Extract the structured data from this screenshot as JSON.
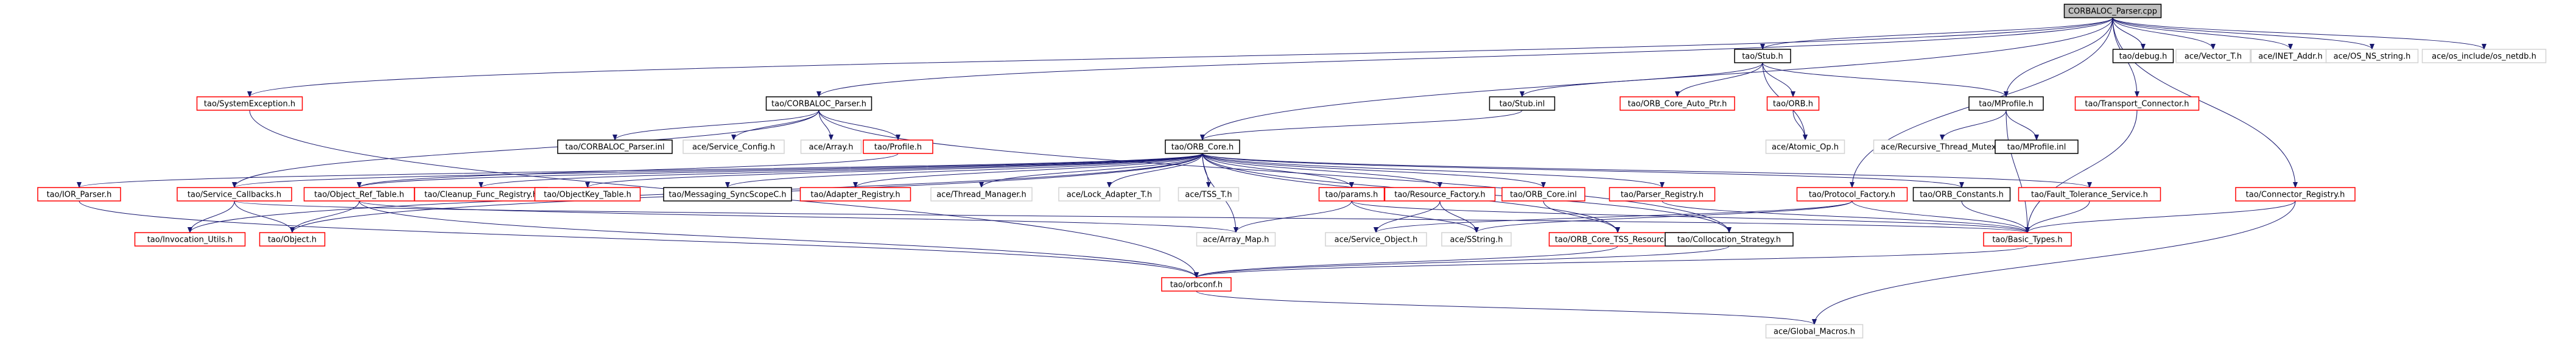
{
  "graph": {
    "edge_color": "#191970",
    "colors": {
      "root_fill": "#bfbfbf",
      "documented_border": "#ff0000",
      "plain_border": "#000000",
      "external_border": "#d3d3d3"
    },
    "nodes": [
      {
        "id": "root",
        "label": "CORBALOC_Parser.cpp",
        "kind": "root"
      },
      {
        "id": "stub_h",
        "label": "tao/Stub.h",
        "kind": "plain"
      },
      {
        "id": "debug_h",
        "label": "tao/debug.h",
        "kind": "plain"
      },
      {
        "id": "vector_t",
        "label": "ace/Vector_T.h",
        "kind": "external"
      },
      {
        "id": "inet_addr",
        "label": "ace/INET_Addr.h",
        "kind": "external"
      },
      {
        "id": "os_ns_string",
        "label": "ace/OS_NS_string.h",
        "kind": "external"
      },
      {
        "id": "os_netdb",
        "label": "ace/os_include/os_netdb.h",
        "kind": "external"
      },
      {
        "id": "sys_exc",
        "label": "tao/SystemException.h",
        "kind": "documented"
      },
      {
        "id": "corbaloc_h",
        "label": "tao/CORBALOC_Parser.h",
        "kind": "plain"
      },
      {
        "id": "stub_inl",
        "label": "tao/Stub.inl",
        "kind": "plain"
      },
      {
        "id": "orb_core_auto",
        "label": "tao/ORB_Core_Auto_Ptr.h",
        "kind": "documented"
      },
      {
        "id": "orb_h",
        "label": "tao/ORB.h",
        "kind": "documented"
      },
      {
        "id": "mprofile_h",
        "label": "tao/MProfile.h",
        "kind": "plain"
      },
      {
        "id": "transport_conn",
        "label": "tao/Transport_Connector.h",
        "kind": "documented"
      },
      {
        "id": "corbaloc_inl",
        "label": "tao/CORBALOC_Parser.inl",
        "kind": "plain"
      },
      {
        "id": "service_config",
        "label": "ace/Service_Config.h",
        "kind": "external"
      },
      {
        "id": "array_h",
        "label": "ace/Array.h",
        "kind": "external"
      },
      {
        "id": "profile_h",
        "label": "tao/Profile.h",
        "kind": "documented"
      },
      {
        "id": "atomic_op",
        "label": "ace/Atomic_Op.h",
        "kind": "external"
      },
      {
        "id": "recursive_mutex",
        "label": "ace/Recursive_Thread_Mutex.h",
        "kind": "external"
      },
      {
        "id": "mprofile_inl",
        "label": "tao/MProfile.inl",
        "kind": "plain"
      },
      {
        "id": "orb_core",
        "label": "tao/ORB_Core.h",
        "kind": "plain"
      },
      {
        "id": "ior_parser",
        "label": "tao/IOR_Parser.h",
        "kind": "documented"
      },
      {
        "id": "service_callbacks",
        "label": "tao/Service_Callbacks.h",
        "kind": "documented"
      },
      {
        "id": "object_ref_table",
        "label": "tao/Object_Ref_Table.h",
        "kind": "documented"
      },
      {
        "id": "cleanup_func",
        "label": "tao/Cleanup_Func_Registry.h",
        "kind": "documented"
      },
      {
        "id": "objectkey_table",
        "label": "tao/ObjectKey_Table.h",
        "kind": "documented"
      },
      {
        "id": "messaging_sync",
        "label": "tao/Messaging_SyncScopeC.h",
        "kind": "plain"
      },
      {
        "id": "adapter_registry",
        "label": "tao/Adapter_Registry.h",
        "kind": "documented"
      },
      {
        "id": "thread_manager",
        "label": "ace/Thread_Manager.h",
        "kind": "external"
      },
      {
        "id": "lock_adapter",
        "label": "ace/Lock_Adapter_T.h",
        "kind": "external"
      },
      {
        "id": "tss_t",
        "label": "ace/TSS_T.h",
        "kind": "external"
      },
      {
        "id": "params_h",
        "label": "tao/params.h",
        "kind": "documented"
      },
      {
        "id": "resource_factory",
        "label": "tao/Resource_Factory.h",
        "kind": "documented"
      },
      {
        "id": "orb_core_inl",
        "label": "tao/ORB_Core.inl",
        "kind": "documented"
      },
      {
        "id": "parser_registry",
        "label": "tao/Parser_Registry.h",
        "kind": "documented"
      },
      {
        "id": "protocol_factory",
        "label": "tao/Protocol_Factory.h",
        "kind": "documented"
      },
      {
        "id": "orb_constants",
        "label": "tao/ORB_Constants.h",
        "kind": "plain"
      },
      {
        "id": "fault_tolerance",
        "label": "tao/Fault_Tolerance_Service.h",
        "kind": "documented"
      },
      {
        "id": "connector_registry",
        "label": "tao/Connector_Registry.h",
        "kind": "documented"
      },
      {
        "id": "invocation_utils",
        "label": "tao/Invocation_Utils.h",
        "kind": "documented"
      },
      {
        "id": "object_h",
        "label": "tao/Object.h",
        "kind": "documented"
      },
      {
        "id": "array_map",
        "label": "ace/Array_Map.h",
        "kind": "external"
      },
      {
        "id": "service_object",
        "label": "ace/Service_Object.h",
        "kind": "external"
      },
      {
        "id": "sstring",
        "label": "ace/SString.h",
        "kind": "external"
      },
      {
        "id": "tss_resources",
        "label": "tao/ORB_Core_TSS_Resources.h",
        "kind": "documented"
      },
      {
        "id": "collocation",
        "label": "tao/Collocation_Strategy.h",
        "kind": "plain"
      },
      {
        "id": "basic_types",
        "label": "tao/Basic_Types.h",
        "kind": "documented"
      },
      {
        "id": "orbconf",
        "label": "tao/orbconf.h",
        "kind": "documented"
      },
      {
        "id": "global_macros",
        "label": "ace/Global_Macros.h",
        "kind": "external"
      }
    ],
    "edges": [
      [
        "root",
        "stub_h"
      ],
      [
        "root",
        "debug_h"
      ],
      [
        "root",
        "vector_t"
      ],
      [
        "root",
        "inet_addr"
      ],
      [
        "root",
        "os_ns_string"
      ],
      [
        "root",
        "os_netdb"
      ],
      [
        "root",
        "sys_exc"
      ],
      [
        "root",
        "corbaloc_h"
      ],
      [
        "root",
        "mprofile_h"
      ],
      [
        "root",
        "transport_conn"
      ],
      [
        "root",
        "orb_core"
      ],
      [
        "root",
        "protocol_factory"
      ],
      [
        "root",
        "connector_registry"
      ],
      [
        "stub_h",
        "stub_inl"
      ],
      [
        "stub_h",
        "orb_core_auto"
      ],
      [
        "stub_h",
        "orb_h"
      ],
      [
        "stub_h",
        "mprofile_h"
      ],
      [
        "stub_h",
        "atomic_op"
      ],
      [
        "orb_h",
        "atomic_op"
      ],
      [
        "mprofile_h",
        "recursive_mutex"
      ],
      [
        "mprofile_h",
        "mprofile_inl"
      ],
      [
        "mprofile_h",
        "basic_types"
      ],
      [
        "transport_conn",
        "basic_types"
      ],
      [
        "stub_inl",
        "orb_core"
      ],
      [
        "corbaloc_h",
        "corbaloc_inl"
      ],
      [
        "corbaloc_h",
        "service_config"
      ],
      [
        "corbaloc_h",
        "array_h"
      ],
      [
        "corbaloc_h",
        "profile_h"
      ],
      [
        "corbaloc_h",
        "service_callbacks"
      ],
      [
        "corbaloc_h",
        "collocation"
      ],
      [
        "sys_exc",
        "orbconf"
      ],
      [
        "profile_h",
        "object_ref_table"
      ],
      [
        "orb_core",
        "ior_parser"
      ],
      [
        "orb_core",
        "service_callbacks"
      ],
      [
        "orb_core",
        "object_ref_table"
      ],
      [
        "orb_core",
        "cleanup_func"
      ],
      [
        "orb_core",
        "objectkey_table"
      ],
      [
        "orb_core",
        "messaging_sync"
      ],
      [
        "orb_core",
        "adapter_registry"
      ],
      [
        "orb_core",
        "thread_manager"
      ],
      [
        "orb_core",
        "lock_adapter"
      ],
      [
        "orb_core",
        "tss_t"
      ],
      [
        "orb_core",
        "params_h"
      ],
      [
        "orb_core",
        "resource_factory"
      ],
      [
        "orb_core",
        "orb_core_inl"
      ],
      [
        "orb_core",
        "parser_registry"
      ],
      [
        "orb_core",
        "orb_constants"
      ],
      [
        "orb_core",
        "fault_tolerance"
      ],
      [
        "orb_core",
        "invocation_utils"
      ],
      [
        "orb_core",
        "object_h"
      ],
      [
        "orb_core",
        "array_map"
      ],
      [
        "orb_core",
        "tss_resources"
      ],
      [
        "orb_core",
        "collocation"
      ],
      [
        "ior_parser",
        "orbconf"
      ],
      [
        "service_callbacks",
        "invocation_utils"
      ],
      [
        "service_callbacks",
        "object_h"
      ],
      [
        "service_callbacks",
        "basic_types"
      ],
      [
        "object_ref_table",
        "object_h"
      ],
      [
        "object_ref_table",
        "array_map"
      ],
      [
        "object_ref_table",
        "orbconf"
      ],
      [
        "params_h",
        "array_map"
      ],
      [
        "params_h",
        "sstring"
      ],
      [
        "params_h",
        "basic_types"
      ],
      [
        "resource_factory",
        "service_object"
      ],
      [
        "resource_factory",
        "sstring"
      ],
      [
        "orb_core_inl",
        "tss_resources"
      ],
      [
        "parser_registry",
        "basic_types"
      ],
      [
        "protocol_factory",
        "service_object"
      ],
      [
        "protocol_factory",
        "sstring"
      ],
      [
        "protocol_factory",
        "basic_types"
      ],
      [
        "orb_constants",
        "basic_types"
      ],
      [
        "fault_tolerance",
        "basic_types"
      ],
      [
        "connector_registry",
        "basic_types"
      ],
      [
        "connector_registry",
        "global_macros"
      ],
      [
        "tss_resources",
        "orbconf"
      ],
      [
        "collocation",
        "orbconf"
      ],
      [
        "basic_types",
        "orbconf"
      ],
      [
        "orbconf",
        "global_macros"
      ]
    ]
  }
}
